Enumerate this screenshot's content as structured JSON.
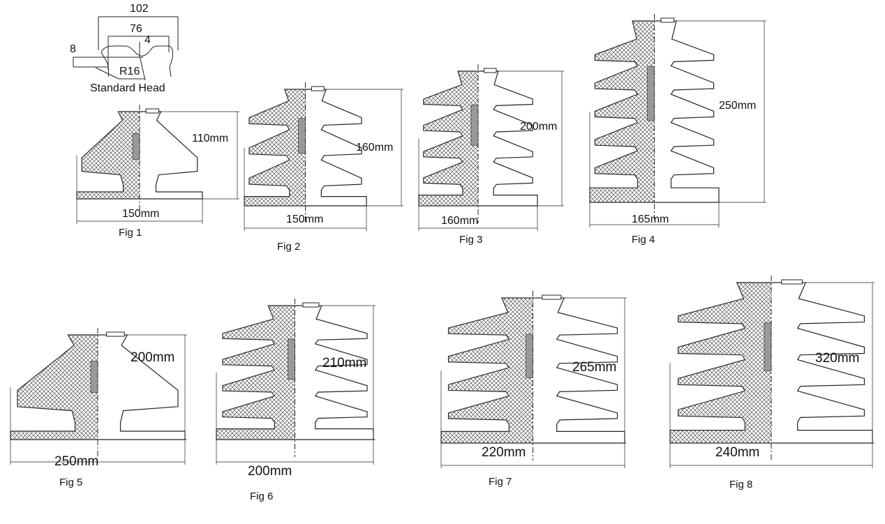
{
  "standard_head": {
    "title": "Standard Head",
    "dims": {
      "outer": "102",
      "inner": "76",
      "gap": "4",
      "depth": "8",
      "radius": "R16"
    }
  },
  "figures": [
    {
      "name": "Fig 1",
      "height": "110mm",
      "width": "150mm",
      "sheds": 1
    },
    {
      "name": "Fig 2",
      "height": "160mm",
      "width": "150mm",
      "sheds": 3
    },
    {
      "name": "Fig 3",
      "height": "200mm",
      "width": "160mm",
      "sheds": 4
    },
    {
      "name": "Fig 4",
      "height": "250mm",
      "width": "165mm",
      "sheds": 5
    },
    {
      "name": "Fig 5",
      "height": "200mm",
      "width": "250mm",
      "sheds": 1
    },
    {
      "name": "Fig 6",
      "height": "210mm",
      "width": "200mm",
      "sheds": 4
    },
    {
      "name": "Fig 7",
      "height": "265mm",
      "width": "220mm",
      "sheds": 4
    },
    {
      "name": "Fig 8",
      "height": "320mm",
      "width": "240mm",
      "sheds": 4
    }
  ],
  "colors": {
    "line": "#222222",
    "hatch": "#555555",
    "background": "#ffffff"
  }
}
